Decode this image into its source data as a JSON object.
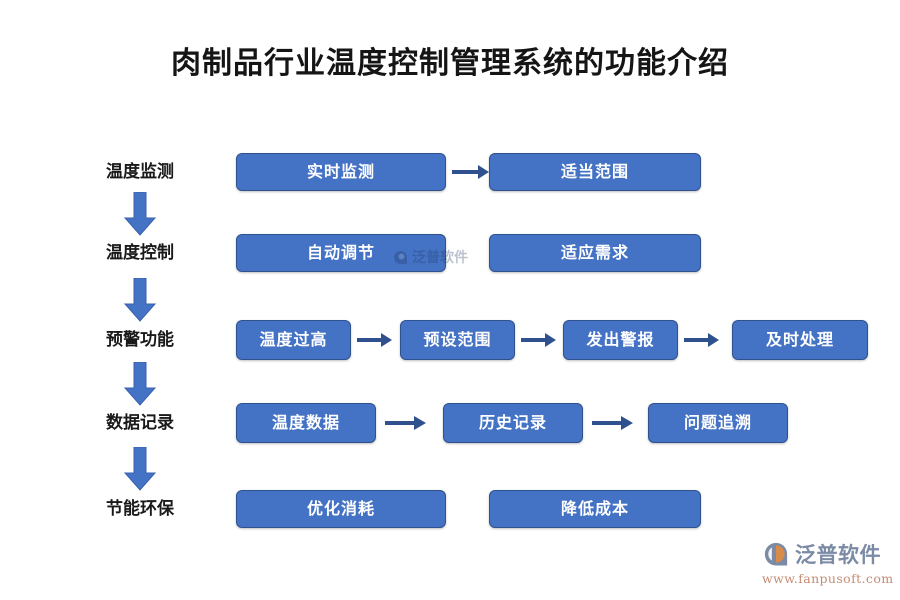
{
  "page": {
    "title": "肉制品行业温度控制管理系统的功能介绍",
    "background_color": "#FFFFFF",
    "title_color": "#151515"
  },
  "theme": {
    "node_fill": "#4472C4",
    "node_border": "#2F528F",
    "node_text": "#FFFFFF",
    "arrow_color": "#4472C4",
    "h_arrow_color": "#2F528F",
    "label_text": "#1A1A1A"
  },
  "chart_data": {
    "type": "diagram",
    "title": "肉制品行业温度控制管理系统的功能介绍",
    "layout": "five-stage vertical flow with horizontal step chains",
    "stages": [
      {
        "label": "温度监测",
        "nodes": [
          "实时监测",
          "适当范围"
        ],
        "connectors": [
          "arrow-right"
        ]
      },
      {
        "label": "温度控制",
        "nodes": [
          "自动调节",
          "适应需求"
        ],
        "connectors": []
      },
      {
        "label": "预警功能",
        "nodes": [
          "温度过高",
          "预设范围",
          "发出警报",
          "及时处理"
        ],
        "connectors": [
          "arrow-right",
          "arrow-right",
          "arrow-right"
        ]
      },
      {
        "label": "数据记录",
        "nodes": [
          "温度数据",
          "历史记录",
          "问题追溯"
        ],
        "connectors": [
          "arrow-right",
          "arrow-right"
        ]
      },
      {
        "label": "节能环保",
        "nodes": [
          "优化消耗",
          "降低成本"
        ],
        "connectors": []
      }
    ],
    "stage_connectors": [
      "arrow-down",
      "arrow-down",
      "arrow-down",
      "arrow-down"
    ]
  },
  "stage_labels": {
    "s1": "温度监测",
    "s2": "温度控制",
    "s3": "预警功能",
    "s4": "数据记录",
    "s5": "节能环保"
  },
  "nodes": {
    "r1": {
      "n1": "实时监测",
      "n2": "适当范围"
    },
    "r2": {
      "n1": "自动调节",
      "n2": "适应需求"
    },
    "r3": {
      "n1": "温度过高",
      "n2": "预设范围",
      "n3": "发出警报",
      "n4": "及时处理"
    },
    "r4": {
      "n1": "温度数据",
      "n2": "历史记录",
      "n3": "问题追溯"
    },
    "r5": {
      "n1": "优化消耗",
      "n2": "降低成本"
    }
  },
  "branding": {
    "name": "泛普软件",
    "url": "www.fanpusoft.com",
    "watermark_text": "泛普软件",
    "logo_blue": "#7B8AA5",
    "logo_accent": "#D98B4A",
    "url_color": "#C58B74"
  }
}
